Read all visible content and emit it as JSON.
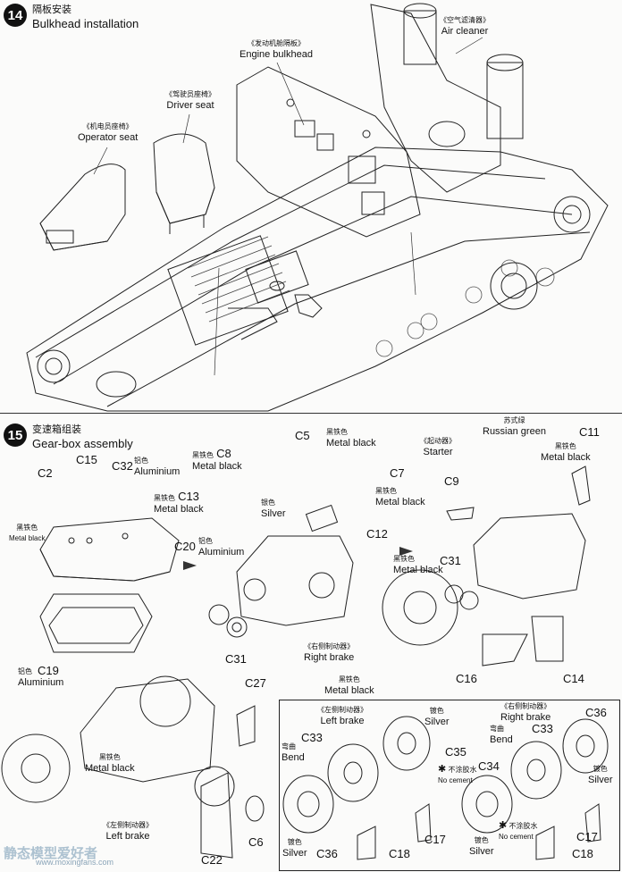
{
  "step14": {
    "number": "14",
    "title_zh": "隔板安装",
    "title_en": "Bulkhead installation",
    "parts": {
      "air_cleaner": {
        "zh": "《空气滤清器》",
        "en": "Air cleaner"
      },
      "engine_bulkhead": {
        "zh": "《发动机舱隔板》",
        "en": "Engine bulkhead"
      },
      "driver_seat": {
        "zh": "《驾驶员座椅》",
        "en": "Driver seat"
      },
      "operator_seat": {
        "zh": "《机电员座椅》",
        "en": "Operator seat"
      }
    }
  },
  "step15": {
    "number": "15",
    "title_zh": "变速箱组装",
    "title_en": "Gear-box assembly",
    "labels": {
      "c2": "C2",
      "c2_color_zh": "黑铁色",
      "c2_color_en": "Metal black",
      "c15": "C15",
      "c32": "C32",
      "c32_color_zh": "铝色",
      "c32_color_en": "Aluminium",
      "c20": "C20",
      "c20_color_zh": "铝色",
      "c20_color_en": "Aluminium",
      "c19": "C19",
      "c19_color_zh": "铝色",
      "c19_color_en": "Aluminium",
      "c8": "C8",
      "c8_color_zh": "黑铁色",
      "c8_color_en": "Metal black",
      "c13": "C13",
      "c13_color_zh": "黑铁色",
      "c13_color_en": "Metal black",
      "c5": "C5",
      "c5_color_zh": "黑铁色",
      "c5_color_en": "Metal black",
      "c7": "C7",
      "silver_zh": "银色",
      "silver_en": "Silver",
      "c12": "C12",
      "c31_left": "C31",
      "starter_zh": "《起动器》",
      "starter_en": "Starter",
      "russian_green_zh": "苏式绿",
      "russian_green_en": "Russian green",
      "c11": "C11",
      "c11_color_zh": "黑铁色",
      "c11_color_en": "Metal black",
      "c9": "C9",
      "c9_color_zh": "黑铁色",
      "c9_color_en": "Metal black",
      "c31_right": "C31",
      "c31_right_color_zh": "黑铁色",
      "c31_right_color_en": "Metal black",
      "right_brake_zh": "《右侧制动器》",
      "right_brake_en": "Right brake",
      "right_brake_color_zh": "黑铁色",
      "right_brake_color_en": "Metal black",
      "c16": "C16",
      "c14": "C14",
      "c27": "C27",
      "c22": "C22",
      "c6": "C6",
      "left_brake_zh": "《左侧制动器》",
      "left_brake_en": "Left brake",
      "left_brake_color_zh": "黑铁色",
      "left_brake_color_en": "Metal black"
    },
    "inset": {
      "left_brake_zh": "《左侧制动器》",
      "left_brake_en": "Left brake",
      "silver_zh": "镀色",
      "silver_en": "Silver",
      "bend_zh": "弯曲",
      "bend_en": "Bend",
      "c33": "C33",
      "c35": "C35",
      "c36": "C36",
      "c18": "C18",
      "c17": "C17",
      "no_cement_zh": "不涂胶水",
      "no_cement_en": "No cement",
      "right_brake_zh": "《右侧制动器》",
      "right_brake_en": "Right brake",
      "c34": "C34",
      "c33_r": "C33",
      "c36_r": "C36",
      "c18_r": "C18",
      "c17_r": "C17",
      "bend_r_zh": "弯曲",
      "bend_r_en": "Bend",
      "silver_r_zh": "镀色",
      "silver_r_en": "Silver",
      "silver_r2_zh": "镀色",
      "silver_r2_en": "Silver",
      "silver_l2_zh": "镀色",
      "silver_l2_en": "Silver",
      "no_cement_r_zh": "不涂胶水",
      "no_cement_r_en": "No cement"
    }
  },
  "watermark": {
    "text": "静态模型爱好者",
    "url": "www.moxingfans.com"
  }
}
